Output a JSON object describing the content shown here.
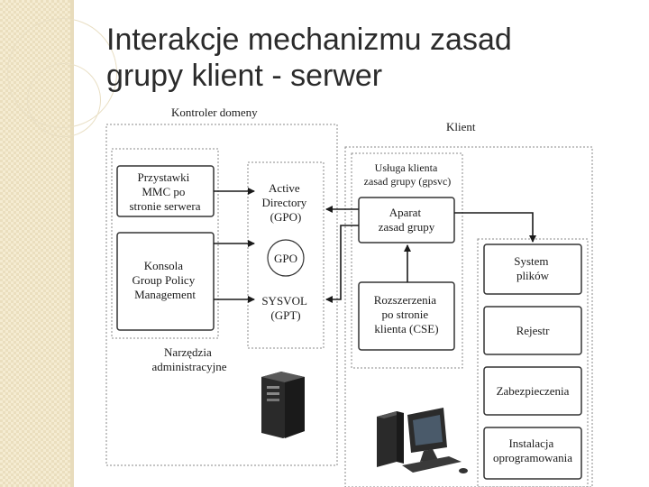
{
  "slide": {
    "title": "Interakcje mechanizmu zasad\ngrupy klient - serwer"
  },
  "diagram": {
    "controller_label": "Kontroler domeny",
    "client_label": "Klient",
    "admin_tools_label": [
      "Narzędzia",
      "administracyjne"
    ],
    "boxes": {
      "mmc": [
        "Przystawki",
        "MMC po",
        "stronie serwera"
      ],
      "gpmc": [
        "Konsola",
        "Group Policy",
        "Management"
      ],
      "ad": [
        "Active",
        "Directory",
        "(GPO)"
      ],
      "gpo": [
        "GPO"
      ],
      "sysvol": [
        "SYSVOL",
        "(GPT)"
      ],
      "gpsvc": [
        "Usługa klienta",
        "zasad grupy (gpsvc)"
      ],
      "engine": [
        "Aparat",
        "zasad grupy"
      ],
      "cse": [
        "Rozszerzenia",
        "po stronie",
        "klienta (CSE)"
      ],
      "fs": [
        "System",
        "plików"
      ],
      "registry": [
        "Rejestr"
      ],
      "security": [
        "Zabezpieczenia"
      ],
      "install": [
        "Instalacja",
        "oprogramowania"
      ]
    }
  },
  "colors": {
    "box_border": "#333333",
    "dotted": "#8a8a8a",
    "arrow": "#1a1a1a"
  }
}
